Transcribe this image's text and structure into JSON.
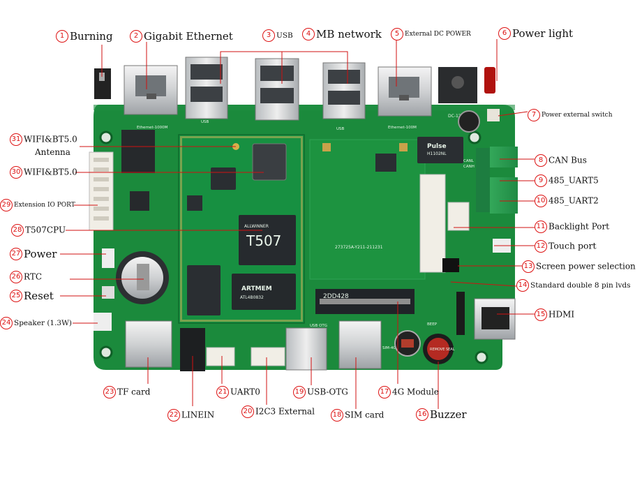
{
  "labels": {
    "l1": {
      "num": "1",
      "text": "Burning"
    },
    "l2": {
      "num": "2",
      "text": "Gigabit Ethernet"
    },
    "l3": {
      "num": "3",
      "text": "USB"
    },
    "l4": {
      "num": "4",
      "text": "MB network"
    },
    "l5": {
      "num": "5",
      "text": "External DC POWER"
    },
    "l6": {
      "num": "6",
      "text": "Power light"
    },
    "l7": {
      "num": "7",
      "text": "Power external switch"
    },
    "l8": {
      "num": "8",
      "text": "CAN Bus"
    },
    "l9": {
      "num": "9",
      "text": "485_UART5"
    },
    "l10": {
      "num": "10",
      "text": "485_UART2"
    },
    "l11": {
      "num": "11",
      "text": "Backlight Port"
    },
    "l12": {
      "num": "12",
      "text": "Touch port"
    },
    "l13": {
      "num": "13",
      "text": "Screen power selection"
    },
    "l14": {
      "num": "14",
      "text": "Standard double 8 pin lvds"
    },
    "l15": {
      "num": "15",
      "text": "HDMI"
    },
    "l16": {
      "num": "16",
      "text": "Buzzer"
    },
    "l17": {
      "num": "17",
      "text": "4G Module"
    },
    "l18": {
      "num": "18",
      "text": "SIM card"
    },
    "l19": {
      "num": "19",
      "text": "USB-OTG"
    },
    "l20": {
      "num": "20",
      "text": "I2C3 External"
    },
    "l21": {
      "num": "21",
      "text": "UART0"
    },
    "l22": {
      "num": "22",
      "text": "LINEIN"
    },
    "l23": {
      "num": "23",
      "text": "TF card"
    },
    "l24": {
      "num": "24",
      "text": "Speaker (1.3W)"
    },
    "l25": {
      "num": "25",
      "text": "Reset"
    },
    "l26": {
      "num": "26",
      "text": "RTC"
    },
    "l27": {
      "num": "27",
      "text": "Power"
    },
    "l28": {
      "num": "28",
      "text": "T507CPU"
    },
    "l29": {
      "num": "29",
      "text": "Extension IO PORT"
    },
    "l30": {
      "num": "30",
      "text": "WIFI&BT5.0"
    },
    "l31": {
      "num": "31",
      "text": "WIFI&BT5.0",
      "text2": "Antenna"
    }
  },
  "board_marks": {
    "cpu_brand": "ALLWINNER",
    "cpu_model": "T507",
    "memory_brand": "ARTMEM",
    "memory_part": "ATL4B0832",
    "pcie_slot": "2DD428",
    "ethernet_1000m": "Ethernet-1000M",
    "ethernet_100m": "Ethernet-100M",
    "usb": "USB",
    "usb_otg": "USB OTG",
    "dc_12v": "DC-12V",
    "pulse_brand": "Pulse",
    "pulse_part": "H1102NL",
    "pcb_code": "273725A-Y211-211231",
    "sim_4g": "SIM-4G",
    "beep": "BEEP",
    "buzzer_mark": "REMOVE SEAL",
    "can_h": "CANH",
    "can_l": "CANL"
  },
  "colors": {
    "label_number": "#dd1111",
    "leader_line": "#d11111",
    "pcb": "#1b8a3c",
    "pcb_dark": "#136b2d"
  }
}
